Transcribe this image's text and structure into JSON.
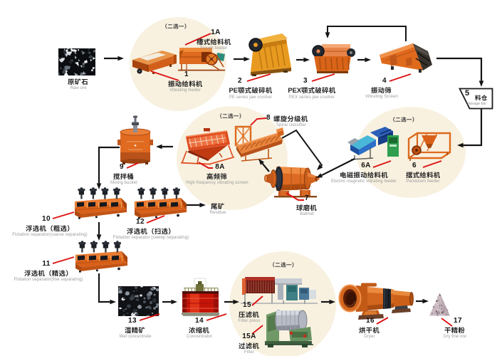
{
  "diagram": {
    "choose_one_label": "（二选一）",
    "colors": {
      "background": "#ffffff",
      "machine_orange": "#dd6a1e",
      "group_circle": "#f8f1e0",
      "arrow": "#141414",
      "callout_red": "#de1212",
      "label_cn": "#2b2b2b",
      "label_en": "#9a9a9a"
    },
    "nodes": {
      "raw_ore": {
        "cn": "原矿石",
        "en": "Raw ore"
      },
      "trough_feeder": {
        "num": "1A",
        "cn": "槽式给料机",
        "en": "Trough feeder"
      },
      "vibrating_feeder": {
        "num": "1",
        "cn": "振动给料机",
        "en": "Vibrating feeder"
      },
      "pe_jaw_crusher": {
        "num": "2",
        "cn": "PE颚式破碎机",
        "en": "PE series jaw crusher"
      },
      "pex_jaw_crusher": {
        "num": "3",
        "cn": "PEX颚式破碎机",
        "en": "PEX series jaw crusher"
      },
      "vibrating_screen": {
        "num": "4",
        "cn": "振动筛",
        "en": "Vibrating Screen"
      },
      "storage_bin": {
        "num": "5",
        "cn": "料仓",
        "en": "Storage bin"
      },
      "electromagnetic_vibrating_feeder": {
        "num": "6A",
        "cn": "电磁振动给料机",
        "en": "Electric magnetic vibrating feeder"
      },
      "pendulum_feeder": {
        "num": "6",
        "cn": "摆式给料机",
        "en": "Pendulum feeder"
      },
      "ball_mill": {
        "num": "7",
        "cn": "球磨机",
        "en": "Ballmill"
      },
      "spiral_classifier": {
        "num": "8",
        "cn": "螺旋分级机",
        "en": "Spiral classifier"
      },
      "high_frequency_screen": {
        "num": "8A",
        "cn": "高频筛",
        "en": "High frequency vibrating screen"
      },
      "mixing_bucket": {
        "num": "9",
        "cn": "搅拌桶",
        "en": "Mixing bucket"
      },
      "flotation_coarse": {
        "num": "10",
        "cn": "浮选机（粗选）",
        "en": "Flotation separator(coarse separating)"
      },
      "flotation_fine": {
        "num": "11",
        "cn": "浮选机（精选）",
        "en": "Flotation separator(fine separating)"
      },
      "flotation_sweep": {
        "num": "12",
        "cn": "浮选机（扫选）",
        "en": "Flotation separator (sweep separating)"
      },
      "residue": {
        "cn": "尾矿",
        "en": "Residue"
      },
      "wet_concentrate": {
        "num": "13",
        "cn": "湿精矿",
        "en": "Wet concentrate"
      },
      "concentrator": {
        "num": "14",
        "cn": "浓缩机",
        "en": "Concentrator"
      },
      "filter_press": {
        "num": "15",
        "cn": "压滤机",
        "en": "Filter press"
      },
      "filter": {
        "num": "15A",
        "cn": "过滤机",
        "en": "Filter"
      },
      "dryer": {
        "num": "16",
        "cn": "烘干机",
        "en": "Dryer"
      },
      "dry_fine_ore": {
        "num": "17",
        "cn": "干精粉",
        "en": "Dry fine ore"
      }
    },
    "choose_one_groups": [
      {
        "members": [
          "1",
          "1A"
        ]
      },
      {
        "members": [
          "8",
          "8A"
        ]
      },
      {
        "members": [
          "6A",
          "6"
        ]
      },
      {
        "members": [
          "15",
          "15A"
        ]
      }
    ]
  }
}
